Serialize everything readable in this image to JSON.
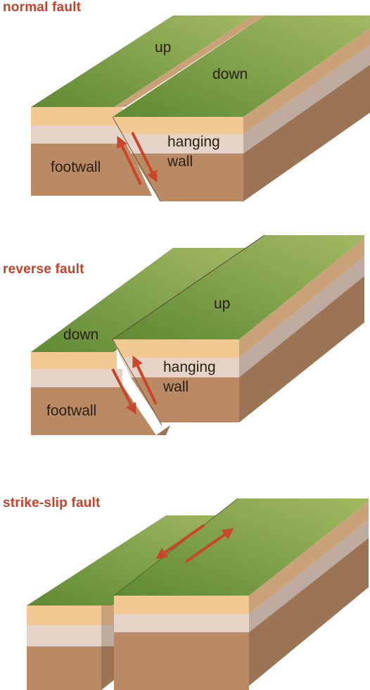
{
  "colors": {
    "grass_light": "#a3b863",
    "grass_dark": "#5f8a33",
    "sand": "#f2c893",
    "sand_side": "#c9a27a",
    "pink": "#e5d3c8",
    "pink_side": "#bfaaa0",
    "soil": "#b98a63",
    "soil_side": "#9a7455",
    "arrow": "#c9452b",
    "title": "#c1432a"
  },
  "normal": {
    "title": "normal fault",
    "up": "up",
    "down": "down",
    "hanging1": "hanging",
    "hanging2": "wall",
    "footwall": "footwall"
  },
  "reverse": {
    "title": "reverse fault",
    "up": "up",
    "down": "down",
    "hanging1": "hanging",
    "hanging2": "wall",
    "footwall": "footwall"
  },
  "strike": {
    "title": "strike-slip fault"
  }
}
